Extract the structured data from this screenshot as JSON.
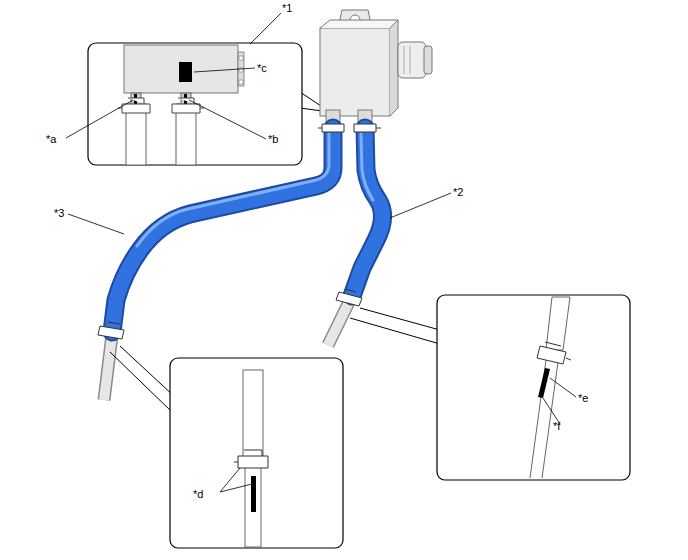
{
  "diagram": {
    "labels": [
      "*1",
      "*c",
      "*a",
      "*b",
      "*2",
      "*3",
      "*d",
      "*e",
      "*f"
    ]
  }
}
